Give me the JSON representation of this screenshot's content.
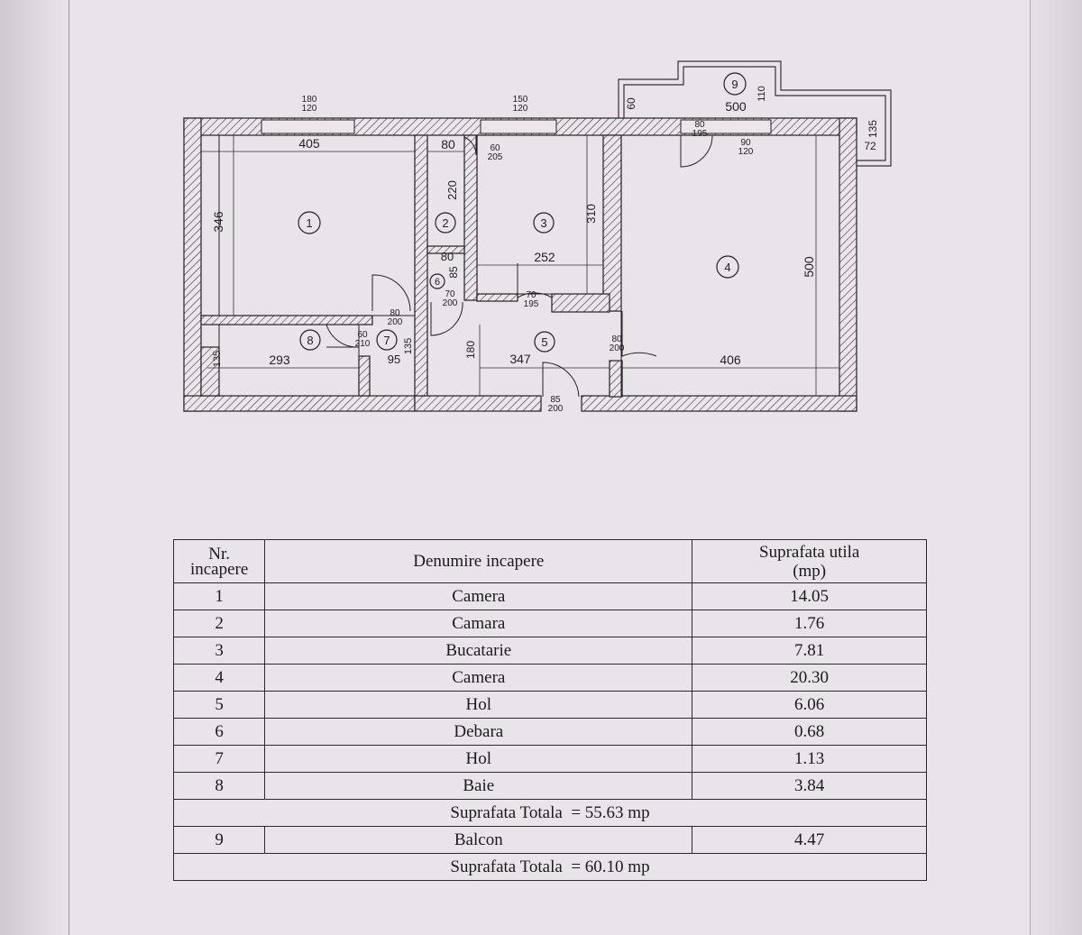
{
  "plan": {
    "dimensions": {
      "r1_window": "180\n120",
      "r1_width": "405",
      "r1_height": "346",
      "r3_window": "150\n120",
      "r2_width": "80",
      "r2_height": "220",
      "r2_door": "60\n205",
      "r3_height": "310",
      "r3_width": "252",
      "balcony_door": "80\n195",
      "balcony_window": "90\n120",
      "balcony_side": "60",
      "balcony_width": "500",
      "balcony_depth": "110",
      "balcony_side2": "135",
      "balcony_side3": "72",
      "r4_height": "500",
      "r4_width": "406",
      "r6_width": "80",
      "r6_height": "85",
      "r6_door": "70\n200",
      "r3_door": "70\n195",
      "r1_door": "80\n200",
      "r4_door": "80\n200",
      "r8_door": "60\n210",
      "r7_width": "95",
      "r7_height": "135",
      "r8_width": "293",
      "r8_height": "135",
      "r5_height": "180",
      "r5_width": "347",
      "entry_door": "85\n200"
    },
    "room_numbers": [
      "1",
      "2",
      "3",
      "4",
      "5",
      "6",
      "7",
      "8",
      "9"
    ]
  },
  "table": {
    "header": {
      "nr": "Nr.\nincapere",
      "name": "Denumire incapere",
      "area": "Suprafata utila\n(mp)"
    },
    "rows": [
      {
        "nr": "1",
        "name": "Camera",
        "area": "14.05"
      },
      {
        "nr": "2",
        "name": "Camara",
        "area": "1.76"
      },
      {
        "nr": "3",
        "name": "Bucatarie",
        "area": "7.81"
      },
      {
        "nr": "4",
        "name": "Camera",
        "area": "20.30"
      },
      {
        "nr": "5",
        "name": "Hol",
        "area": "6.06"
      },
      {
        "nr": "6",
        "name": "Debara",
        "area": "0.68"
      },
      {
        "nr": "7",
        "name": "Hol",
        "area": "1.13"
      },
      {
        "nr": "8",
        "name": "Baie",
        "area": "3.84"
      }
    ],
    "subtotal": "Suprafata Totala  = 55.63 mp",
    "balcony": {
      "nr": "9",
      "name": "Balcon",
      "area": "4.47"
    },
    "total": "Suprafata Totala  = 60.10 mp"
  }
}
